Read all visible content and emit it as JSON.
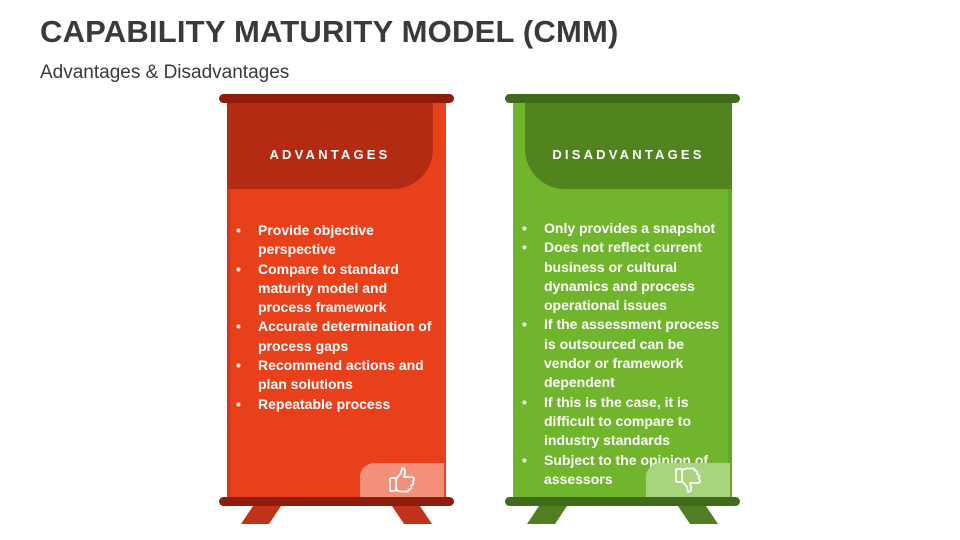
{
  "header": {
    "title": "CAPABILITY MATURITY MODEL (CMM)",
    "subtitle": "Advantages & Disadvantages"
  },
  "advantages": {
    "heading": "ADVANTAGES",
    "items": [
      "Provide objective perspective",
      "Compare to standard maturity model and process framework",
      "Accurate determination of process gaps",
      "Recommend actions and plan solutions",
      "Repeatable process"
    ],
    "icon": "thumbs-up-icon"
  },
  "disadvantages": {
    "heading": "DISADVANTAGES",
    "items": [
      "Only provides a snapshot",
      "Does not reflect current business or cultural dynamics and process operational issues",
      "If the assessment process is outsourced can be vendor or framework dependent",
      "If this is the case, it is difficult to compare to industry standards",
      "Subject to the opinion of assessors"
    ],
    "icon": "thumbs-down-icon"
  },
  "colors": {
    "advantages_panel": "#e9401c",
    "advantages_header": "#b42b13",
    "disadvantages_panel": "#71b52d",
    "disadvantages_header": "#51831f"
  }
}
